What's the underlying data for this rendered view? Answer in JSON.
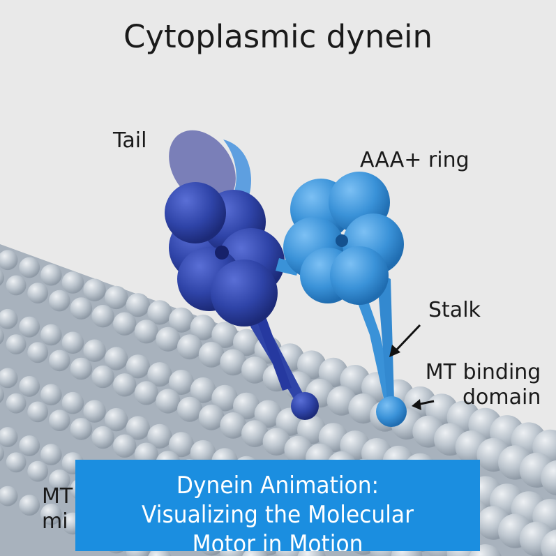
{
  "title": "Cytoplasmic dynein",
  "labels": {
    "tail": "Tail",
    "ring": "AAA+ ring",
    "stalk": "Stalk",
    "mt_binding_line1": "MT binding",
    "mt_binding_line2": "domain",
    "mt_minus_line1": "MT",
    "mt_minus_line2": "mi"
  },
  "banner": {
    "line1": "Dynein Animation:",
    "line2": "Visualizing the Molecular",
    "line3": "Motor in Motion"
  },
  "colors": {
    "background": "#e9e9e9",
    "microtubule": "#b9c2cc",
    "dark_motor": "#2f44a8",
    "light_motor": "#3a92d8",
    "banner": "#1b8ee0"
  }
}
